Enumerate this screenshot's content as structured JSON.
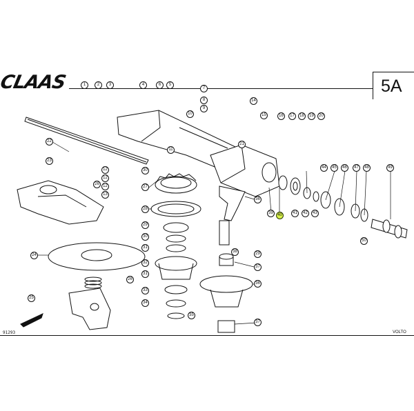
{
  "header": {
    "brand_logo": "CLAAS",
    "page_id": "5A"
  },
  "footer": {
    "drawing_number": "91293",
    "manufacturer": "VOLTO"
  },
  "highlight_color": "#d8f24a",
  "callouts": [
    {
      "id": "c1",
      "label": "1",
      "highlighted": false
    },
    {
      "id": "c2",
      "label": "2",
      "highlighted": false
    },
    {
      "id": "c3",
      "label": "3",
      "highlighted": false
    },
    {
      "id": "c4",
      "label": "4",
      "highlighted": false
    },
    {
      "id": "c5",
      "label": "5",
      "highlighted": false
    },
    {
      "id": "c6",
      "label": "6",
      "highlighted": false
    },
    {
      "id": "c7",
      "label": "7",
      "highlighted": false
    },
    {
      "id": "c8",
      "label": "8",
      "highlighted": false
    },
    {
      "id": "c9",
      "label": "9",
      "highlighted": false
    },
    {
      "id": "c10",
      "label": "10",
      "highlighted": false
    },
    {
      "id": "c11",
      "label": "11",
      "highlighted": false
    },
    {
      "id": "c12",
      "label": "12",
      "highlighted": false
    },
    {
      "id": "c13",
      "label": "13",
      "highlighted": false
    },
    {
      "id": "c14",
      "label": "14",
      "highlighted": false
    },
    {
      "id": "c15",
      "label": "15",
      "highlighted": false
    },
    {
      "id": "c16",
      "label": "16",
      "highlighted": false
    },
    {
      "id": "c17",
      "label": "17",
      "highlighted": false
    },
    {
      "id": "c18",
      "label": "18",
      "highlighted": false
    },
    {
      "id": "c19",
      "label": "19",
      "highlighted": false
    },
    {
      "id": "c20",
      "label": "20",
      "highlighted": false
    },
    {
      "id": "c21",
      "label": "21",
      "highlighted": false
    },
    {
      "id": "c22",
      "label": "22",
      "highlighted": false
    },
    {
      "id": "c23",
      "label": "23",
      "highlighted": false
    },
    {
      "id": "c24",
      "label": "24",
      "highlighted": false
    },
    {
      "id": "c25",
      "label": "25",
      "highlighted": false
    },
    {
      "id": "c26",
      "label": "26",
      "highlighted": false
    },
    {
      "id": "c27",
      "label": "27",
      "highlighted": false
    },
    {
      "id": "c28",
      "label": "28",
      "highlighted": false
    },
    {
      "id": "c29",
      "label": "29",
      "highlighted": false
    },
    {
      "id": "c30",
      "label": "30",
      "highlighted": false
    },
    {
      "id": "c31",
      "label": "31",
      "highlighted": false
    },
    {
      "id": "c32",
      "label": "32",
      "highlighted": false
    },
    {
      "id": "c33",
      "label": "33",
      "highlighted": false
    },
    {
      "id": "c34",
      "label": "34",
      "highlighted": false
    },
    {
      "id": "c35",
      "label": "35",
      "highlighted": false
    },
    {
      "id": "c36",
      "label": "36",
      "highlighted": false
    },
    {
      "id": "c36b",
      "label": "36",
      "highlighted": false
    },
    {
      "id": "c37",
      "label": "37",
      "highlighted": false
    },
    {
      "id": "c37b",
      "label": "37",
      "highlighted": false
    },
    {
      "id": "c38",
      "label": "38",
      "highlighted": false
    },
    {
      "id": "c39",
      "label": "39",
      "highlighted": false
    },
    {
      "id": "c40",
      "label": "40",
      "highlighted": true
    },
    {
      "id": "c41",
      "label": "41",
      "highlighted": false
    },
    {
      "id": "c42",
      "label": "42",
      "highlighted": false
    },
    {
      "id": "c43",
      "label": "43",
      "highlighted": false
    },
    {
      "id": "c44",
      "label": "44",
      "highlighted": false
    },
    {
      "id": "c45",
      "label": "45",
      "highlighted": false
    },
    {
      "id": "c46",
      "label": "46",
      "highlighted": false
    },
    {
      "id": "c47",
      "label": "47",
      "highlighted": false
    },
    {
      "id": "c48",
      "label": "48",
      "highlighted": false
    },
    {
      "id": "c49",
      "label": "49",
      "highlighted": false
    },
    {
      "id": "c50",
      "label": "50",
      "highlighted": false
    },
    {
      "id": "c51",
      "label": "29",
      "highlighted": false
    },
    {
      "id": "c52",
      "label": "30",
      "highlighted": false
    },
    {
      "id": "c53",
      "label": "31",
      "highlighted": false
    },
    {
      "id": "c54",
      "label": "26",
      "highlighted": false
    },
    {
      "id": "c55",
      "label": "12",
      "highlighted": false
    },
    {
      "id": "c56",
      "label": "12",
      "highlighted": false
    },
    {
      "id": "c57",
      "label": "23",
      "highlighted": false
    }
  ]
}
